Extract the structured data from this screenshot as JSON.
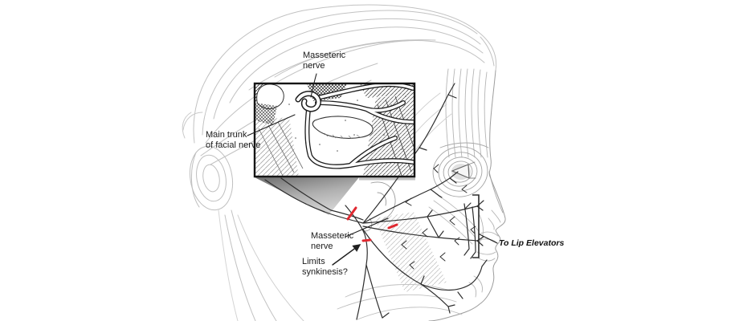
{
  "figure": {
    "type": "medical-illustration",
    "subject": "Facial nerve and masseteric nerve anatomy, head in right profile with magnified inset of nerve trunk region"
  },
  "labels": {
    "masseteric_top": "Masseteric\nnerve",
    "main_trunk": "Main trunk\nof facial nerve",
    "masseteric_lower": "Masseteric\nnerve",
    "limits_synkinesis": "Limits\nsynkinesis?",
    "to_lip_elevators": "To Lip Elevators"
  },
  "markers": {
    "red_transection_marks": 3
  },
  "colors": {
    "highlight_red": "#e02830",
    "ink": "#2e2e2e",
    "pencil": "#c2c2c2",
    "background": "#ffffff"
  }
}
